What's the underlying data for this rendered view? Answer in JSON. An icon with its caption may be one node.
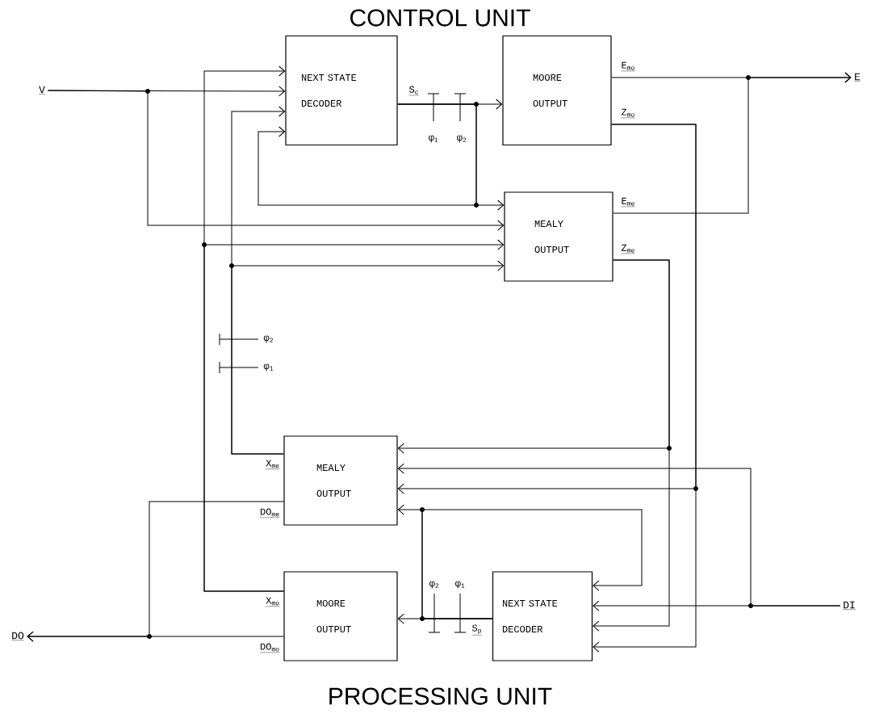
{
  "diagram": {
    "nodes": [
      {
        "text": [
          "NEXT STATE DECODER"
        ]
      },
      {
        "text": [
          "MOORE OUTPUT"
        ]
      },
      {
        "text": [
          "MEALY OUTPUT"
        ]
      },
      {
        "text": [
          "MEALY OUTPUT"
        ]
      },
      {
        "text": [
          "MOORE OUTPUT"
        ]
      },
      {
        "text": [
          "NEXT STATE DECODER"
        ]
      },
      {
        "text": [
          "V"
        ]
      },
      {
        "text": [
          "E"
        ]
      },
      {
        "text": [
          "DO"
        ]
      },
      {
        "text": [
          "DI"
        ]
      }
    ],
    "edges": [
      {
        "from": 6,
        "to": 0,
        "arrow": "to"
      },
      {
        "from": 6,
        "to": 2,
        "arrow": "to"
      },
      {
        "from": 0,
        "to": 1,
        "arrow": "to"
      },
      {
        "from": 0,
        "to": 2,
        "arrow": "to"
      },
      {
        "from": 0,
        "to": 0,
        "arrow": "to"
      },
      {
        "from": 4,
        "to": 0,
        "arrow": "to"
      },
      {
        "from": 4,
        "to": 2,
        "arrow": "to"
      },
      {
        "from": 3,
        "to": 0,
        "arrow": "to"
      },
      {
        "from": 3,
        "to": 2,
        "arrow": "to"
      },
      {
        "from": 1,
        "to": 7,
        "arrow": "to"
      },
      {
        "from": 2,
        "to": 7,
        "arrow": "to"
      },
      {
        "from": 1,
        "to": 3,
        "arrow": "to"
      },
      {
        "from": 1,
        "to": 5,
        "arrow": "to"
      },
      {
        "from": 2,
        "to": 3,
        "arrow": "to"
      },
      {
        "from": 2,
        "to": 5,
        "arrow": "to"
      },
      {
        "from": 9,
        "to": 5,
        "arrow": "to"
      },
      {
        "from": 9,
        "to": 3,
        "arrow": "to"
      },
      {
        "from": 5,
        "to": 4,
        "arrow": "to"
      },
      {
        "from": 5,
        "to": 3,
        "arrow": "to"
      },
      {
        "from": 5,
        "to": 5,
        "arrow": "to"
      },
      {
        "from": 3,
        "to": 8,
        "arrow": "to"
      },
      {
        "from": 4,
        "to": 8,
        "arrow": "to"
      }
    ],
    "labels": [
      "CONTROL UNIT",
      "S$_{c}$",
      "E$_{mo}$",
      "Z$_{mo}$",
      "φ$_{1}$",
      "φ$_{2}$",
      "E$_{me}$",
      "Z$_{me}$",
      "φ$_{2}$",
      "φ$_{1}$",
      "X$_{me}$",
      "DO$_{me}$",
      "φ$_{2}$",
      "φ$_{1}$",
      "X$_{mo}$",
      "S$_{p}$",
      "DO$_{mo}$",
      "PROCESSING UNIT"
    ]
  }
}
